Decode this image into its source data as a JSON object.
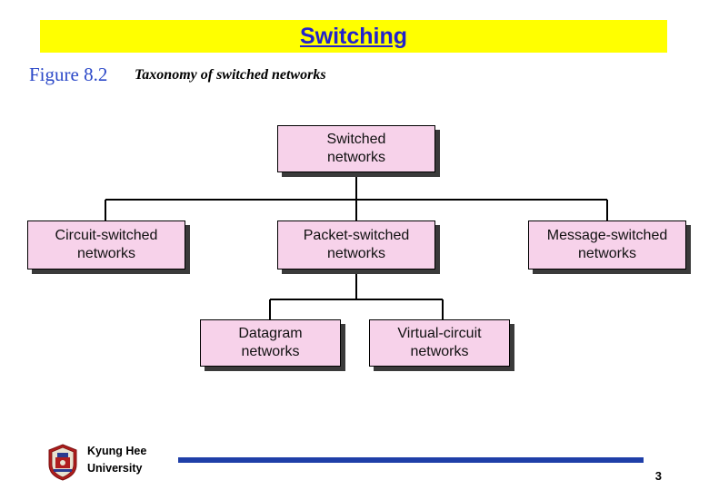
{
  "slide": {
    "title": "Switching",
    "figure_label": "Figure 8.2",
    "figure_caption": "Taxonomy of switched networks",
    "banner_color": "#ffff00",
    "title_color": "#2222cc",
    "figure_label_color": "#2b48c8",
    "node_fill": "#f7d2ea",
    "rule_color": "#1f3fa8"
  },
  "diagram": {
    "type": "tree",
    "nodes": [
      {
        "id": "switched",
        "label": "Switched\nnetworks"
      },
      {
        "id": "circuit",
        "label": "Circuit-switched\nnetworks"
      },
      {
        "id": "packet",
        "label": "Packet-switched\nnetworks"
      },
      {
        "id": "message",
        "label": "Message-switched\nnetworks"
      },
      {
        "id": "datagram",
        "label": "Datagram\nnetworks"
      },
      {
        "id": "virtual",
        "label": "Virtual-circuit\nnetworks"
      }
    ],
    "edges": [
      {
        "from": "switched",
        "to": "circuit"
      },
      {
        "from": "switched",
        "to": "packet"
      },
      {
        "from": "switched",
        "to": "message"
      },
      {
        "from": "packet",
        "to": "datagram"
      },
      {
        "from": "packet",
        "to": "virtual"
      }
    ]
  },
  "footer": {
    "organization": "Kyung Hee\nUniversity",
    "page_number": "3",
    "logo_icon": "university-crest-icon"
  }
}
